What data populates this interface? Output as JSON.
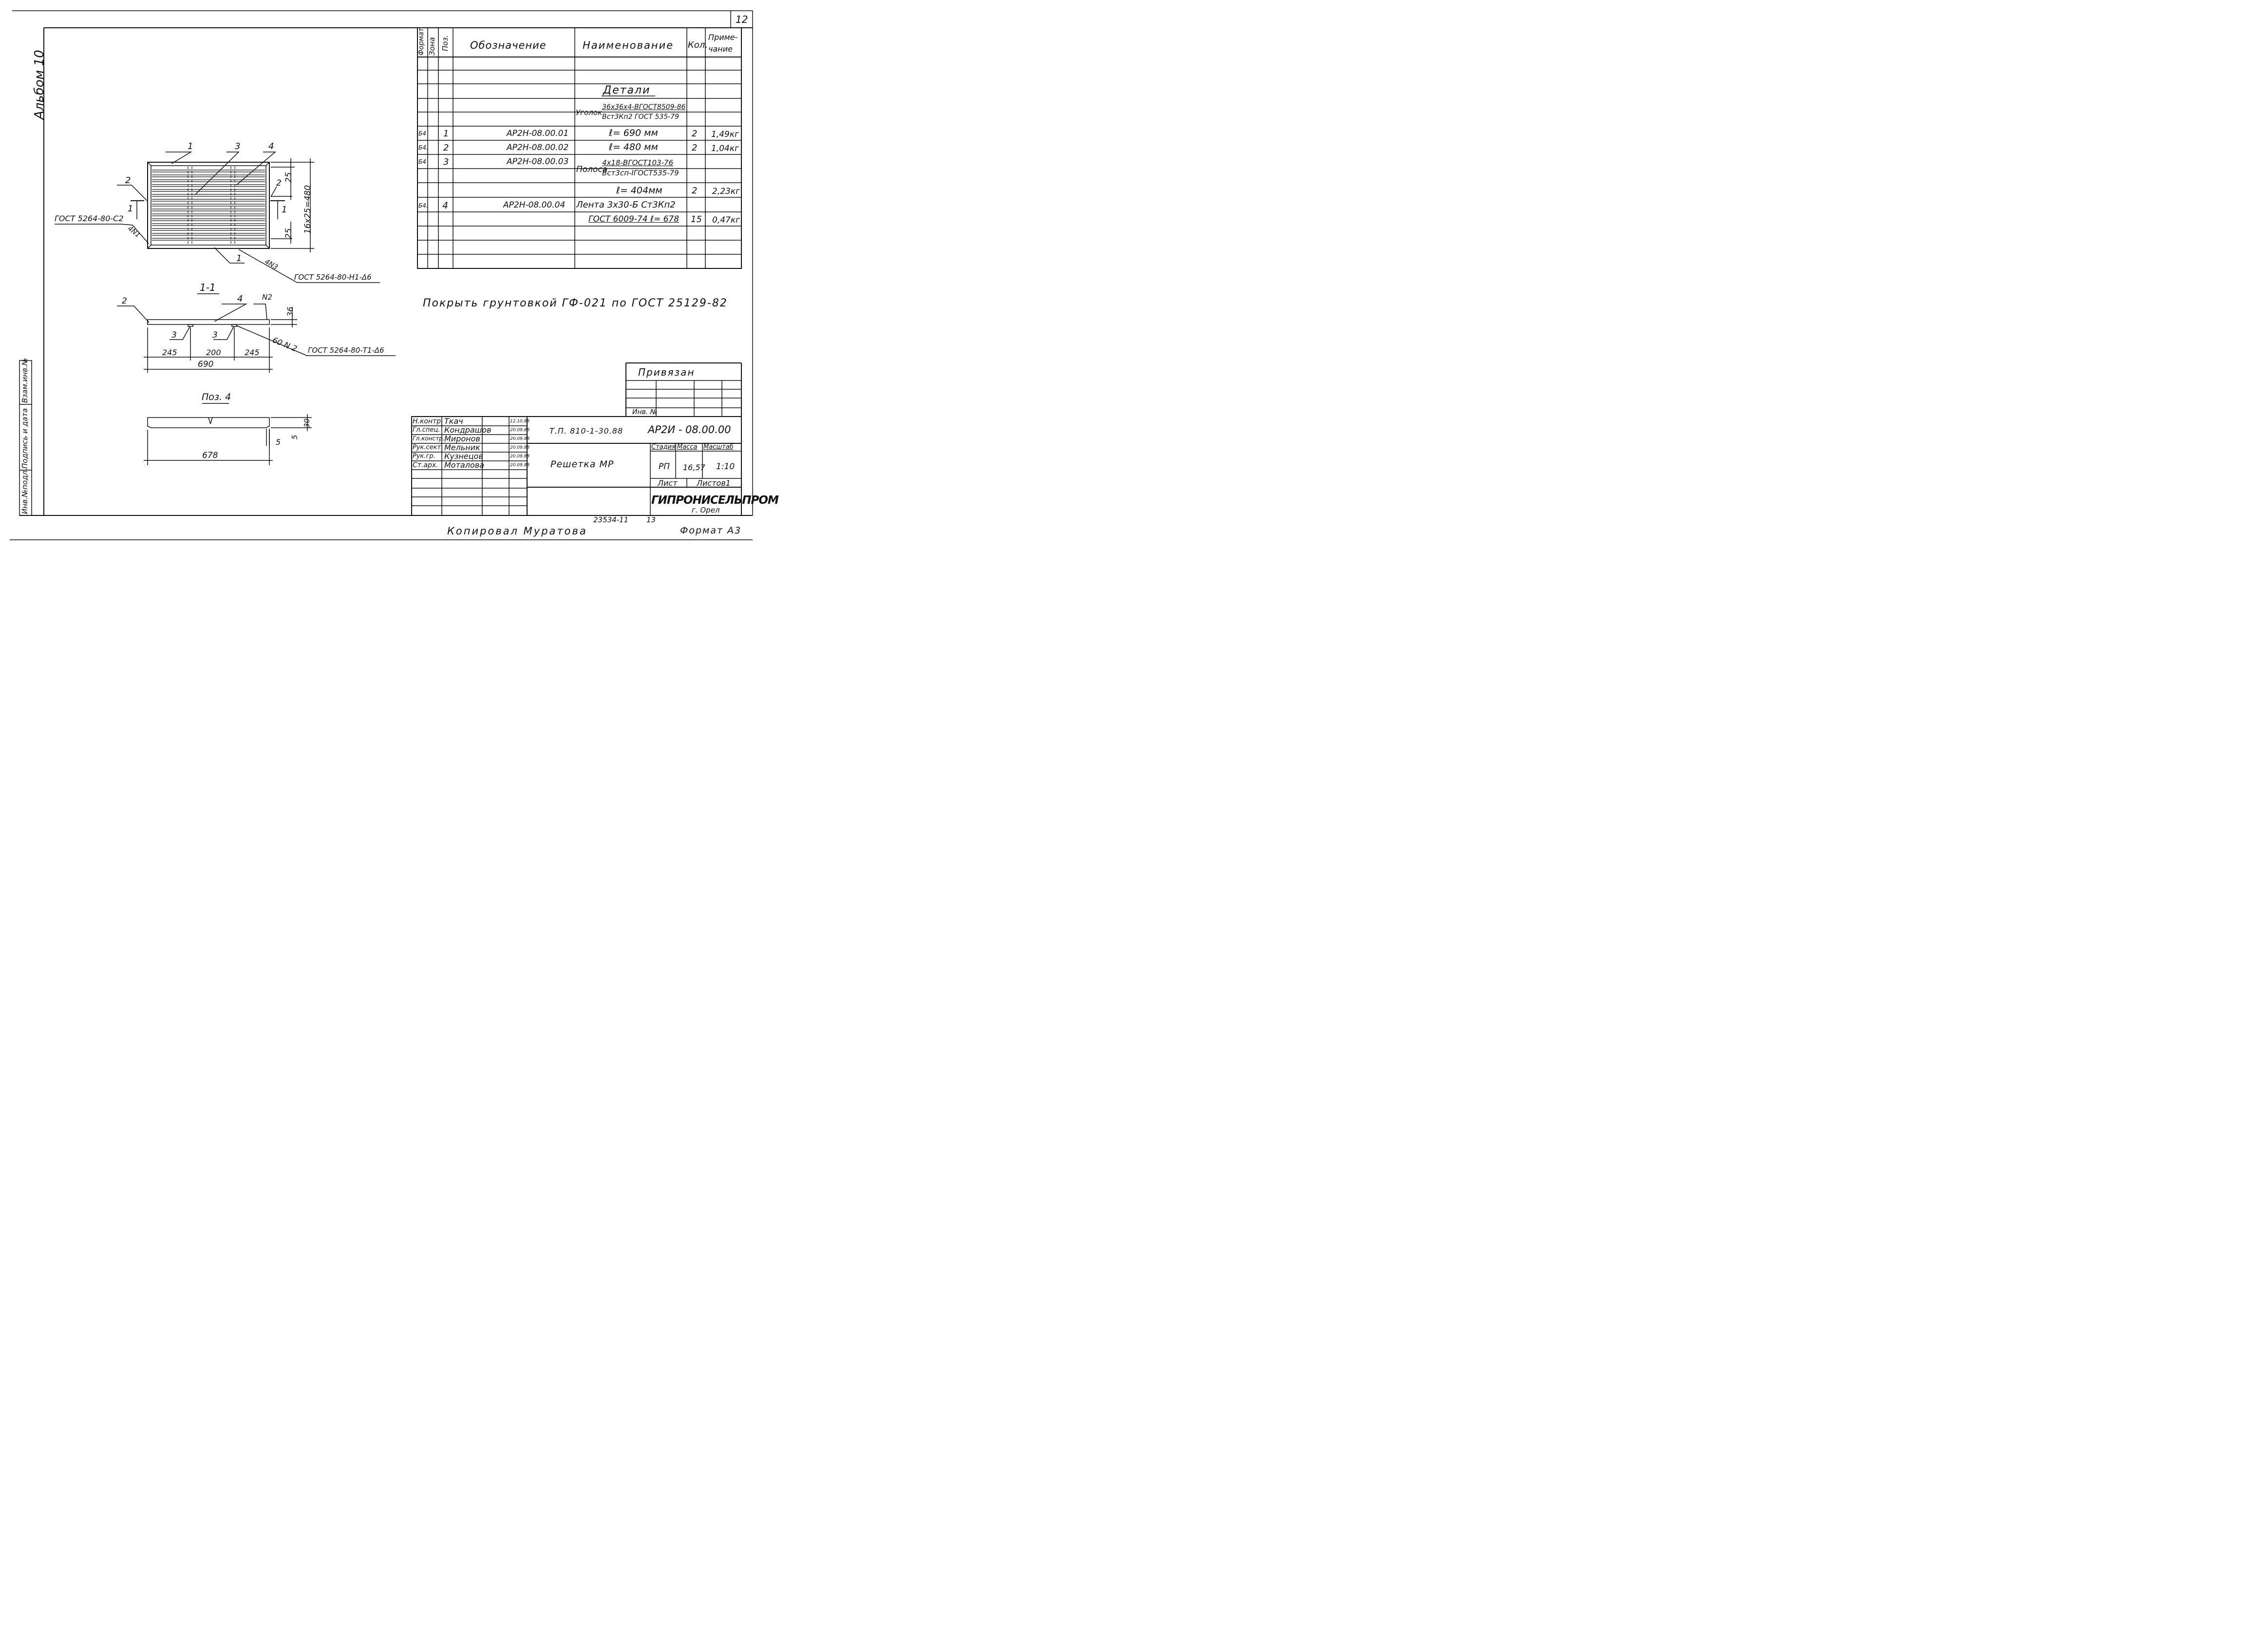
{
  "sheet_number": "12",
  "album": "Альбом 10",
  "spec_table": {
    "headers": {
      "format": "Формат",
      "zone": "Зона",
      "pos": "Поз.",
      "designation": "Обозначение",
      "name": "Наименование",
      "qty": "Кол.",
      "note_l1": "Приме-",
      "note_l2": "чание"
    },
    "section_title": "Детали",
    "angle_label": "Уголок",
    "angle_top": "36x36x4-ВГОСТ8509-86",
    "angle_bottom": "Вст3Кп2 ГОСТ 535-79",
    "strip_label": "Полоса",
    "strip_top": "4х18-ВГОСТ103-76",
    "strip_bottom": "Вст3сп-IГОСТ535-79",
    "rows": [
      {
        "format": "Б4",
        "pos": "1",
        "designation": "АР2Н-08.00.01",
        "name": "ℓ= 690 мм",
        "qty": "2",
        "note": "1,49кг"
      },
      {
        "format": "Б4.",
        "pos": "2",
        "designation": "АР2Н-08.00.02",
        "name": "ℓ= 480 мм",
        "qty": "2",
        "note": "1,04кг"
      },
      {
        "format": "Б4",
        "pos": "3",
        "designation": "АР2Н-08.00.03",
        "name": "",
        "qty": "",
        "note": ""
      },
      {
        "format": "",
        "pos": "",
        "designation": "",
        "name": "ℓ= 404мм",
        "qty": "2",
        "note": "2,23кг"
      },
      {
        "format": "Б4.",
        "pos": "4",
        "designation": "АР2Н-08.00.04",
        "name": "Лента 3х30-Б Ст3Кп2",
        "qty": "",
        "note": ""
      },
      {
        "format": "",
        "pos": "",
        "designation": "",
        "name": "ГОСТ 6009-74  ℓ= 678",
        "qty": "15",
        "note": "0,47кг"
      }
    ]
  },
  "note_text": "Покрыть грунтовкой ГФ-021 по ГОСТ 25129-82",
  "plan_view": {
    "callout_1_top": "1",
    "callout_3": "3",
    "callout_4": "4",
    "callout_2_left": "2",
    "callout_2_right": "2",
    "weld_left": "ГОСТ 5264-80-С2",
    "weld_left_marker": "4N1",
    "section_mark_left": "1",
    "section_mark_right": "1",
    "dim_25_top": "25",
    "dim_25_bottom": "25",
    "dim_overall": "16х25=480",
    "callout_1_bottom": "1",
    "weld_bottom_marker": "4N3",
    "weld_bottom": "ГОСТ 5264-80-Н1-Δ6"
  },
  "section_view": {
    "title": "1-1",
    "callout_2": "2",
    "callout_4": "4",
    "weld_n2": "N2",
    "dim_36": "36",
    "callout_3a": "3",
    "callout_3b": "3",
    "weld_marker": "60 N 2",
    "weld_std": "ГОСТ 5264-80-Т1-Δ6",
    "dim_245a": "245",
    "dim_200": "200",
    "dim_245b": "245",
    "dim_690": "690"
  },
  "pos4_view": {
    "title": "Поз. 4",
    "dim_30": "30",
    "dim_5a": "5",
    "dim_5b": "5",
    "dim_678": "678"
  },
  "side_stamp": {
    "col1": "Инв.№подл.",
    "col2": "Подпись и дата",
    "col3": "Взам.инв.№"
  },
  "privyazan": {
    "title": "Привязан",
    "inv": "Инв. №"
  },
  "title_block": {
    "roles": [
      "Н.контр.",
      "Гл.спец.",
      "Гл.констр.",
      "Рук.сект.",
      "Рук.гр.",
      "Ст.арх."
    ],
    "names": [
      "Ткач",
      "Кондрашов",
      "Миронов",
      "Мельник",
      "Кузнецов",
      "Моталова"
    ],
    "dates": [
      "12.10.88",
      "20.09.88",
      "20.09.88",
      "20.09.88",
      "20.09.88",
      "20.09.88"
    ],
    "project": "Т.П. 810-1-30.88",
    "code": "АР2И - 08.00.00",
    "item": "Решетка МР",
    "stage_h": "Стадия",
    "mass_h": "Масса",
    "scale_h": "Масштаб",
    "stage": "РП",
    "mass": "16,57",
    "scale": "1:10",
    "sheet_h": "Лист",
    "sheets_h": "Листов1",
    "org": "ГИПРОНИСЕЛЬПРОМ",
    "city": "г. Орел"
  },
  "footer": {
    "inv_code": "23534-11",
    "page_num": "13",
    "copied": "Копировал  Муратова",
    "format": "Формат  А3"
  }
}
